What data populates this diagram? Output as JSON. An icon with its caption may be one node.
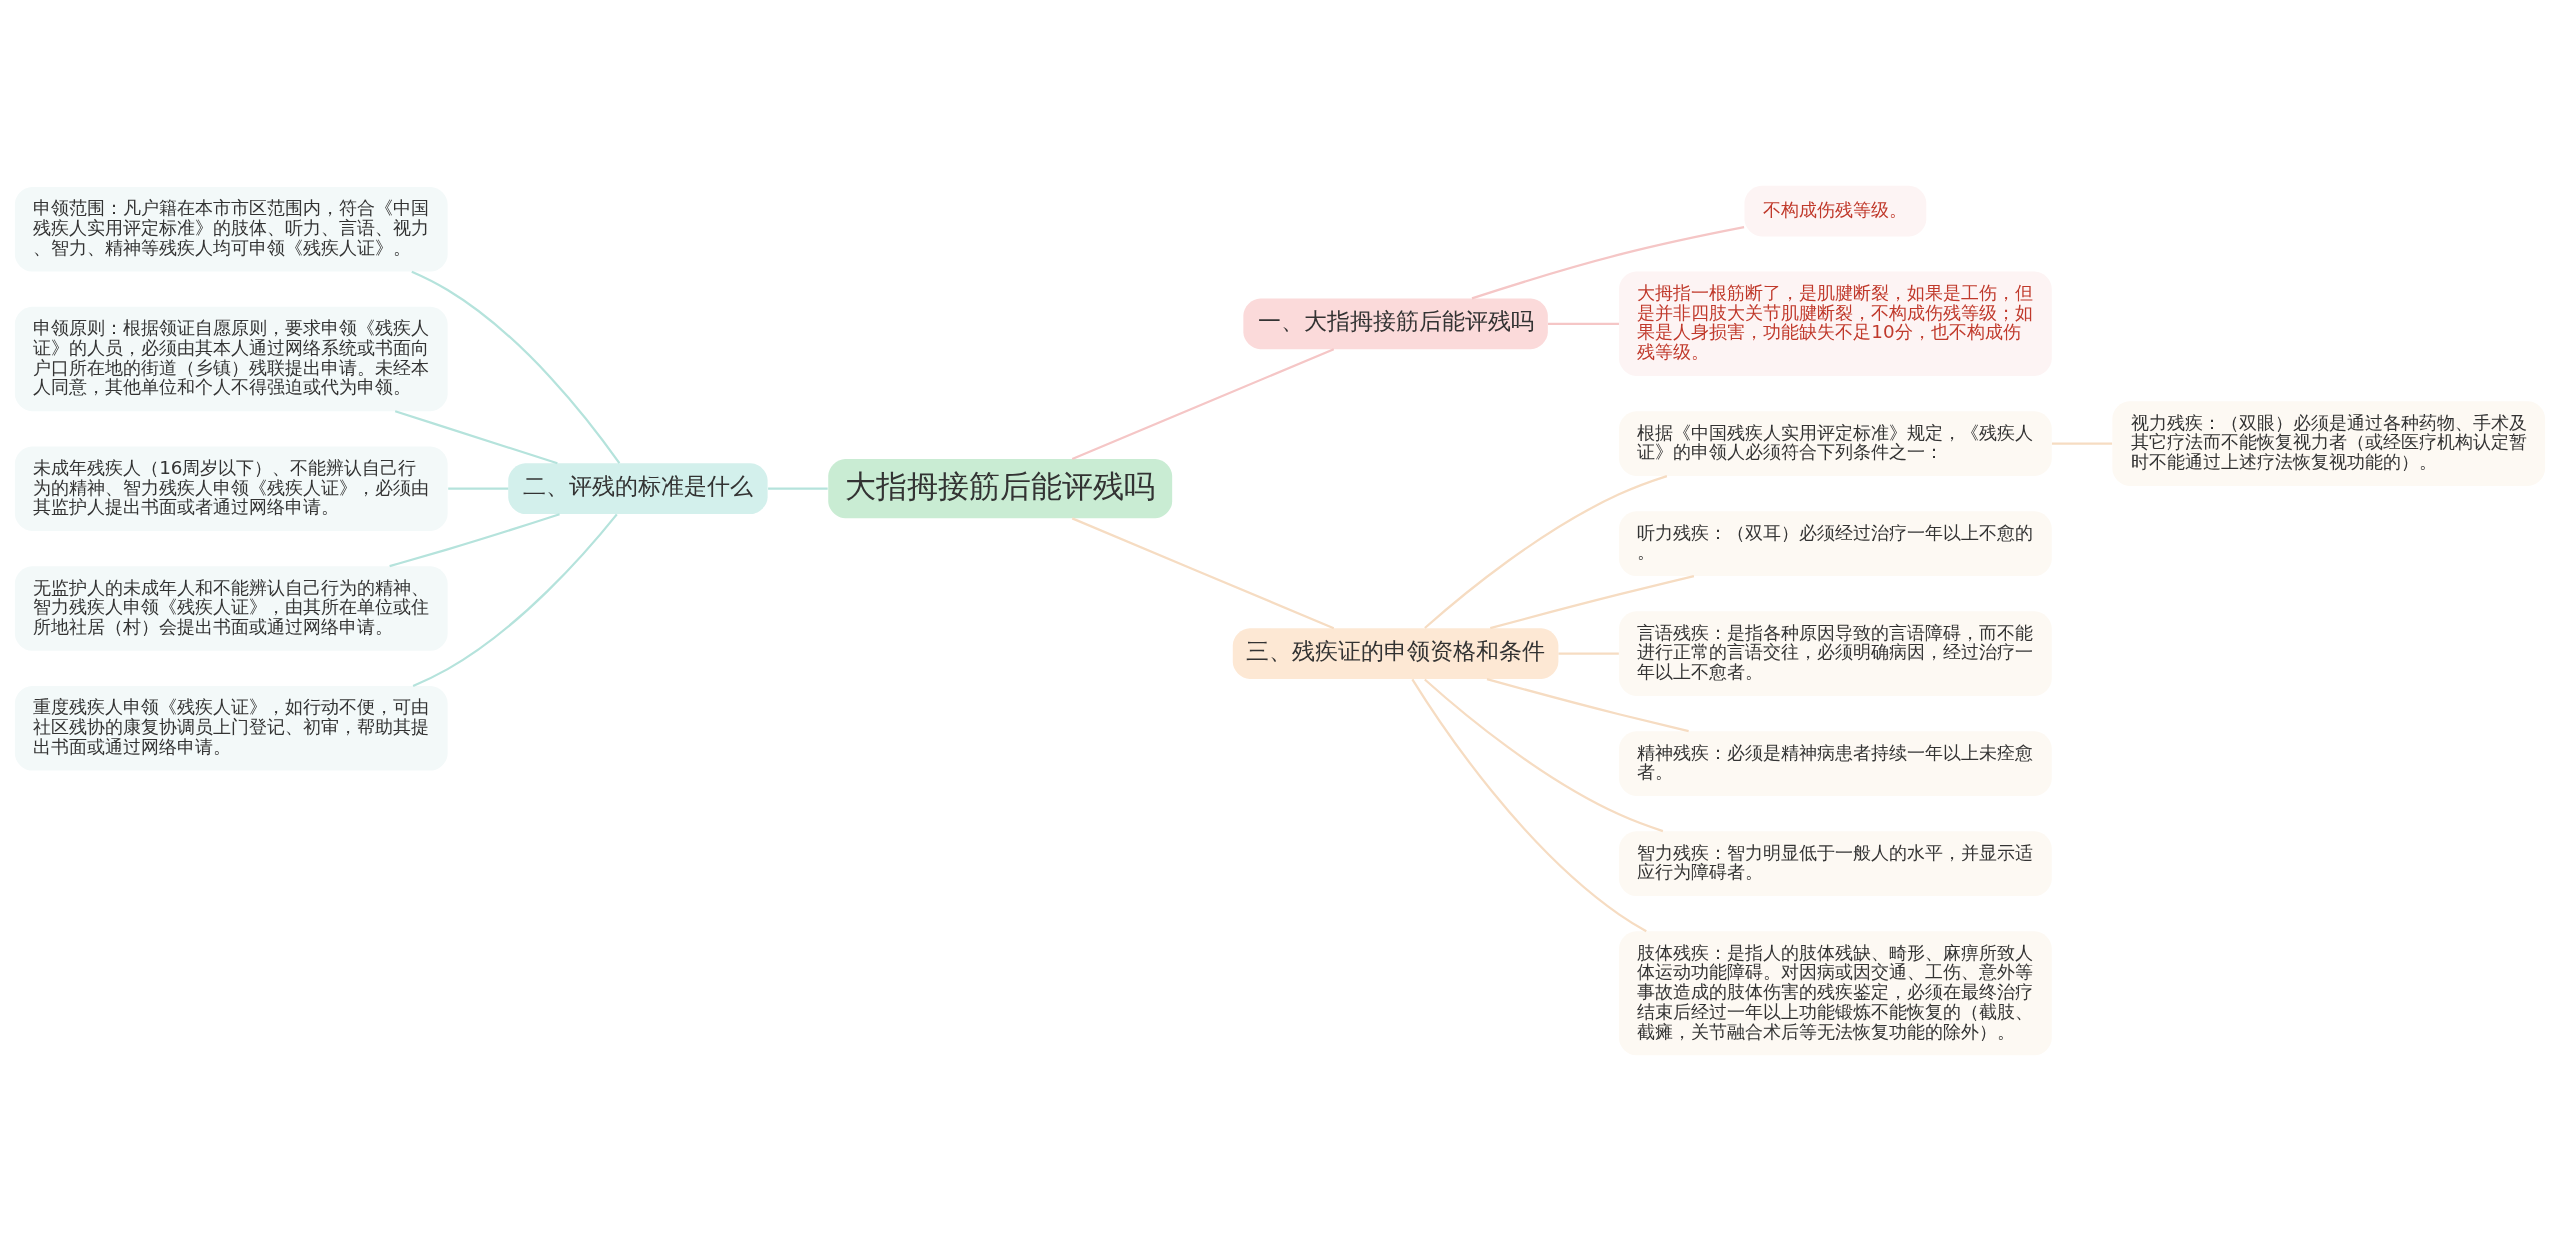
{
  "diagram": {
    "nodes": [
      {
        "text": [
          "大指拇接筋后能评残吗"
        ]
      },
      {
        "text": [
          "一、大指拇接筋后能评残吗"
        ]
      },
      {
        "text": [
          "不构成伤残等级。"
        ]
      },
      {
        "text": [
          "大拇指一根筋断了，是肌腱断裂，如果是工伤，但是并非四肢大关节肌腱断裂，不构成伤残等级；如果是人身损害，功能缺失不足10分，也不构成伤残等级。"
        ]
      },
      {
        "text": [
          "二、评残的标准是什么"
        ]
      },
      {
        "text": [
          "申领范围：凡户籍在本市市区范围内，符合《中国残疾人实用评定标准》的肢体、听力、言语、视力、智力、精神等残疾人均可申领《残疾人证》。"
        ]
      },
      {
        "text": [
          "申领原则：根据领证自愿原则，要求申领《残疾人证》的人员，必须由其本人通过网络系统或书面向户口所在地的街道（乡镇）残联提出申请。未经本人同意，其他单位和个人不得强迫或代为申领。"
        ]
      },
      {
        "text": [
          "未成年残疾人（16周岁以下）、不能辨认自己行为的精神、智力残疾人申领《残疾人证》，必须由其监护人提出书面或者通过网络申请。"
        ]
      },
      {
        "text": [
          "无监护人的未成年人和不能辨认自己行为的精神、智力残疾人申领《残疾人证》，由其所在单位或住所地社居（村）会提出书面或通过网络申请。"
        ]
      },
      {
        "text": [
          "重度残疾人申领《残疾人证》，如行动不便，可由社区残协的康复协调员上门登记、初审，帮助其提出书面或通过网络申请。"
        ]
      },
      {
        "text": [
          "三、残疾证的申领资格和条件"
        ]
      },
      {
        "text": [
          "根据《中国残疾人实用评定标准》规定，《残疾人证》的申领人必须符合下列条件之一："
        ]
      },
      {
        "text": [
          "视力残疾：（双眼）必须是通过各种药物、手术及其它疗法而不能恢复视力者（或经医疗机构认定暂时不能通过上述疗法恢复视功能的）。"
        ]
      },
      {
        "text": [
          "听力残疾：（双耳）必须经过治疗一年以上不愈的。"
        ]
      },
      {
        "text": [
          "言语残疾：是指各种原因导致的言语障碍，而不能进行正常的言语交往，必须明确病因，经过治疗一年以上不愈者。"
        ]
      },
      {
        "text": [
          "精神残疾：必须是精神病患者持续一年以上未痊愈者。"
        ]
      },
      {
        "text": [
          "智力残疾：智力明显低于一般人的水平，并显示适应行为障碍者。"
        ]
      },
      {
        "text": [
          "肢体残疾：是指人的肢体残缺、畸形、麻痹所致人体运动功能障碍。对因病或因交通、工伤、意外等事故造成的肢体伤害的残疾鉴定，必须在最终治疗结束后经过一年以上功能锻炼不能恢复的（截肢、截瘫，关节融合术后等无法恢复功能的除外）。"
        ]
      }
    ],
    "edges": [
      {
        "from": 0,
        "to": 1,
        "arrow": "none",
        "color": "#f5c6c6"
      },
      {
        "from": 1,
        "to": 2,
        "arrow": "none",
        "color": "#f5c6c6"
      },
      {
        "from": 1,
        "to": 3,
        "arrow": "none",
        "color": "#f5c6c6"
      },
      {
        "from": 0,
        "to": 4,
        "arrow": "none",
        "color": "#b5e3dc"
      },
      {
        "from": 4,
        "to": 5,
        "arrow": "none",
        "color": "#b5e3dc"
      },
      {
        "from": 4,
        "to": 6,
        "arrow": "none",
        "color": "#b5e3dc"
      },
      {
        "from": 4,
        "to": 7,
        "arrow": "none",
        "color": "#b5e3dc"
      },
      {
        "from": 4,
        "to": 8,
        "arrow": "none",
        "color": "#b5e3dc"
      },
      {
        "from": 4,
        "to": 9,
        "arrow": "none",
        "color": "#b5e3dc"
      },
      {
        "from": 0,
        "to": 10,
        "arrow": "none"
      },
      {
        "from": 10,
        "to": 11,
        "arrow": "none"
      },
      {
        "from": 11,
        "to": 12,
        "arrow": "none"
      },
      {
        "from": 10,
        "to": 13,
        "arrow": "none"
      },
      {
        "from": 10,
        "to": 14,
        "arrow": "none"
      },
      {
        "from": 10,
        "to": 15,
        "arrow": "none"
      },
      {
        "from": 10,
        "to": 16,
        "arrow": "none"
      },
      {
        "from": 10,
        "to": 17,
        "arrow": "none"
      }
    ]
  }
}
